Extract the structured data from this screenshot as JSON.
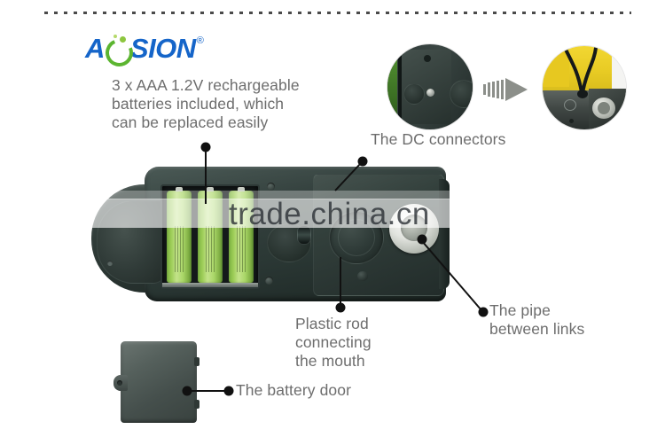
{
  "page": {
    "title": "Aosion rechargeable pest repeller – component callout diagram",
    "watermark": "trade.china.cn",
    "background_color": "#ffffff"
  },
  "brand": {
    "name_part1": "A",
    "name_part2": "SION",
    "registered_mark": "®",
    "text_color": "#1565c9",
    "accent_color": "#5cb531"
  },
  "divider": {
    "style": "dashed",
    "color": "#4a4a4a"
  },
  "callouts": [
    {
      "id": "batteries",
      "label": "3 x AAA 1.2V rechargeable\nbatteries included, which\ncan be replaced easily",
      "text_color": "#6d6d6d"
    },
    {
      "id": "dc-connectors",
      "label": "The DC connectors",
      "text_color": "#6d6d6d"
    },
    {
      "id": "plastic-rod",
      "label": "Plastic rod\nconnecting\nthe mouth",
      "text_color": "#6d6d6d"
    },
    {
      "id": "pipe-between-links",
      "label": "The pipe\nbetween links",
      "text_color": "#6d6d6d"
    },
    {
      "id": "battery-door",
      "label": "The battery door",
      "text_color": "#6d6d6d"
    }
  ],
  "device": {
    "name": "main-device-photo",
    "battery_count": 3,
    "battery_color": "#9ccc56",
    "body_color": "#2b3835"
  },
  "insets": [
    {
      "id": "dc-connector-closeup-before",
      "caption_ref": "dc-connectors"
    },
    {
      "id": "dc-connector-closeup-after",
      "caption_ref": "dc-connectors"
    }
  ],
  "arrow": {
    "id": "transition-arrow",
    "color": "#8c8f8a",
    "direction": "right"
  },
  "battery_door": {
    "id": "battery-door-photo",
    "color": "#55605c"
  }
}
